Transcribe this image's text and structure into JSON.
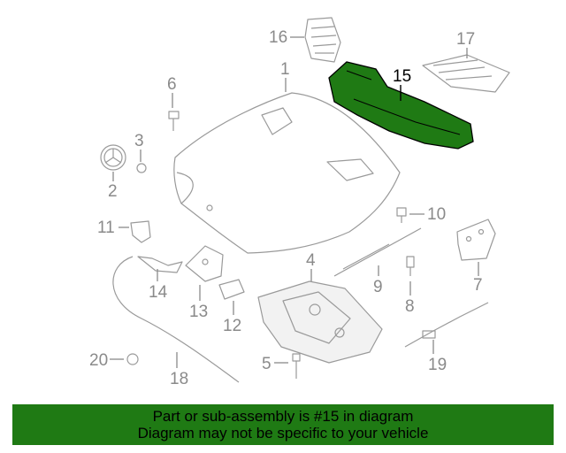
{
  "callouts": {
    "c1": "1",
    "c2": "2",
    "c3": "3",
    "c4": "4",
    "c5": "5",
    "c6": "6",
    "c7": "7",
    "c8": "8",
    "c9": "9",
    "c10": "10",
    "c11": "11",
    "c12": "12",
    "c13": "13",
    "c14": "14",
    "c15": "15",
    "c16": "16",
    "c17": "17",
    "c18": "18",
    "c19": "19",
    "c20": "20"
  },
  "highlight": {
    "part_number": "15",
    "color": "#1f7a14"
  },
  "banner": {
    "line1": "Part or sub-assembly is #15 in diagram",
    "line2": "Diagram may not be specific to your vehicle",
    "color": "#1f7a14"
  }
}
